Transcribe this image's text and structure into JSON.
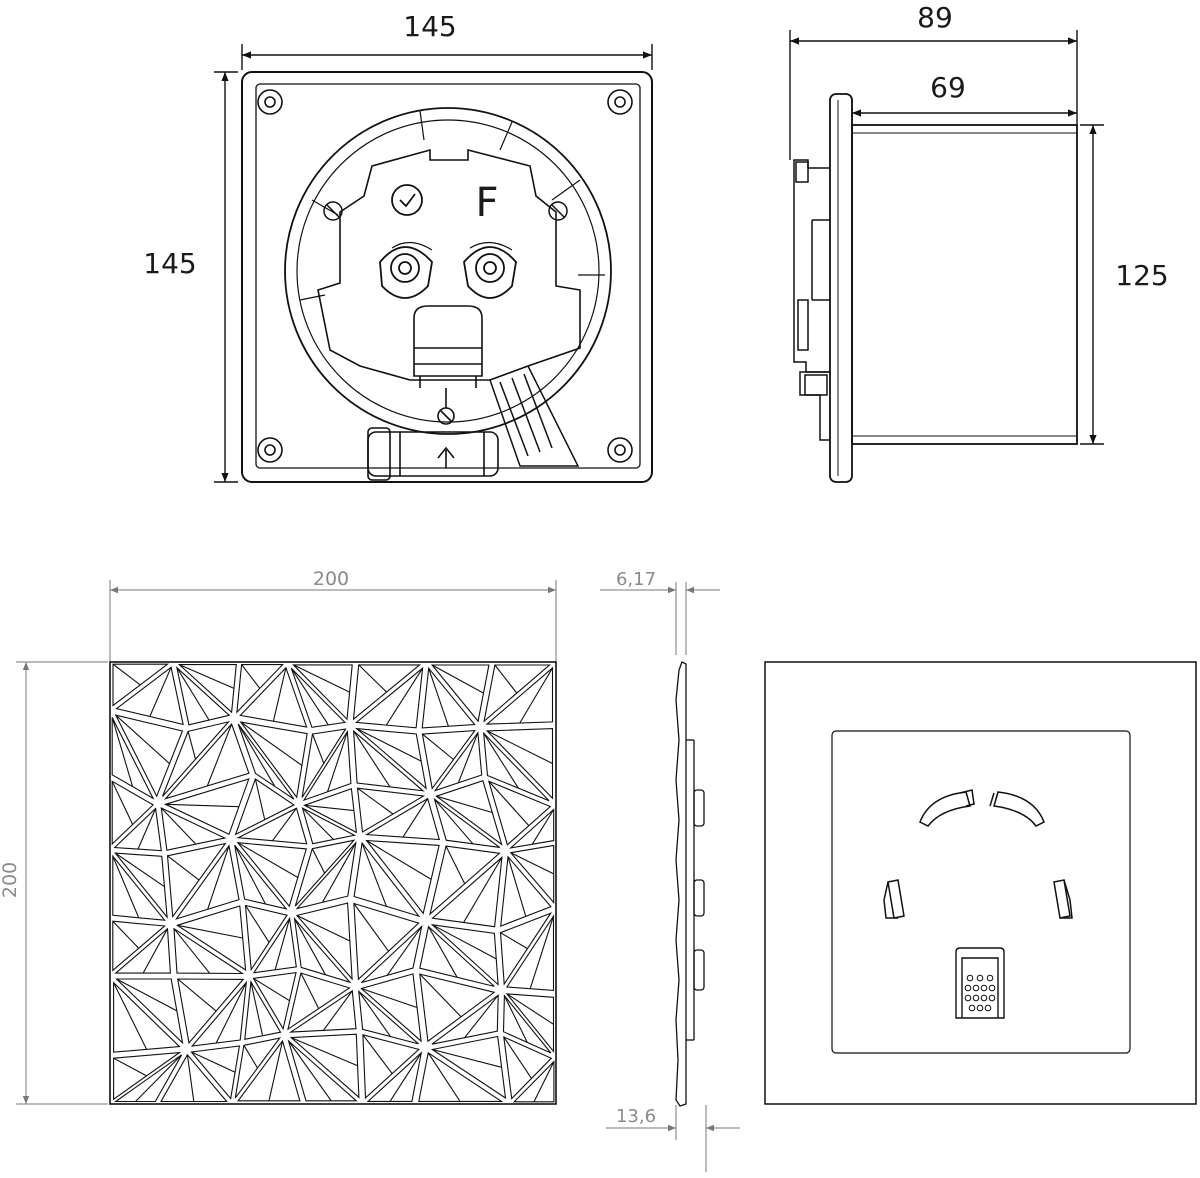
{
  "top_front_view": {
    "width_label": "145",
    "height_label": "145",
    "filter_symbol": "F"
  },
  "top_side_view": {
    "overall_depth_label": "89",
    "body_depth_label": "69",
    "body_diameter_label": "125"
  },
  "bottom_front_panel": {
    "width_label": "200",
    "height_label": "200"
  },
  "bottom_side_panel": {
    "thickness_label": "6,17",
    "depth_label": "13,6"
  },
  "bottom_back_panel": {}
}
